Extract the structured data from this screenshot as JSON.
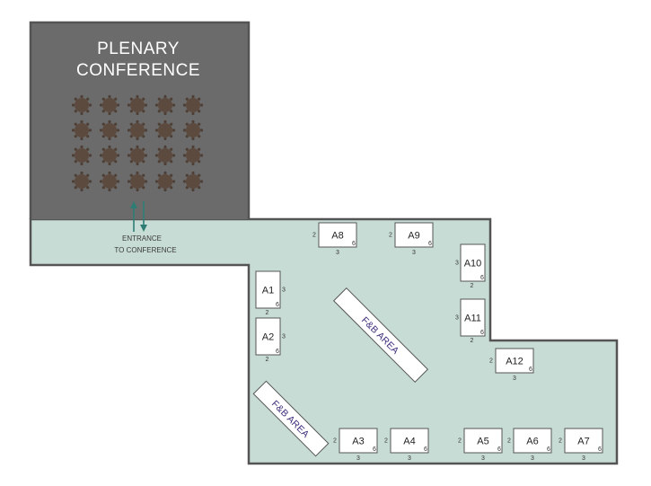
{
  "plenary": {
    "title_line1": "PLENARY",
    "title_line2": "CONFERENCE",
    "seating": {
      "rows": 4,
      "columns": 5
    }
  },
  "entrance": {
    "line1": "ENTRANCE",
    "line2": "TO CONFERENCE"
  },
  "fb_areas": [
    {
      "label": "F&B AREA"
    },
    {
      "label": "F&B AREA"
    }
  ],
  "booths": [
    {
      "id": "A1",
      "label": "A1",
      "dims": [
        "3",
        "2",
        "6"
      ]
    },
    {
      "id": "A2",
      "label": "A2",
      "dims": [
        "3",
        "2",
        "6"
      ]
    },
    {
      "id": "A3",
      "label": "A3",
      "dims": [
        "2",
        "3",
        "6"
      ]
    },
    {
      "id": "A4",
      "label": "A4",
      "dims": [
        "2",
        "3",
        "6"
      ]
    },
    {
      "id": "A5",
      "label": "A5",
      "dims": [
        "2",
        "3",
        "6"
      ]
    },
    {
      "id": "A6",
      "label": "A6",
      "dims": [
        "2",
        "3",
        "6"
      ]
    },
    {
      "id": "A7",
      "label": "A7",
      "dims": [
        "2",
        "3",
        "6"
      ]
    },
    {
      "id": "A8",
      "label": "A8",
      "dims": [
        "2",
        "3",
        "6"
      ]
    },
    {
      "id": "A9",
      "label": "A9",
      "dims": [
        "2",
        "3",
        "6"
      ]
    },
    {
      "id": "A10",
      "label": "A10",
      "dims": [
        "3",
        "2",
        "6"
      ]
    },
    {
      "id": "A11",
      "label": "A11",
      "dims": [
        "3",
        "2",
        "6"
      ]
    },
    {
      "id": "A12",
      "label": "A12",
      "dims": [
        "2",
        "3",
        "6"
      ]
    }
  ],
  "colors": {
    "plenary_fill": "#6b6b6b",
    "floor_fill": "#c8dcd6",
    "wall": "#545454",
    "table_fill": "#5c4a3f",
    "arrow": "#2e7d74",
    "fb_text": "#3b2a7a"
  }
}
